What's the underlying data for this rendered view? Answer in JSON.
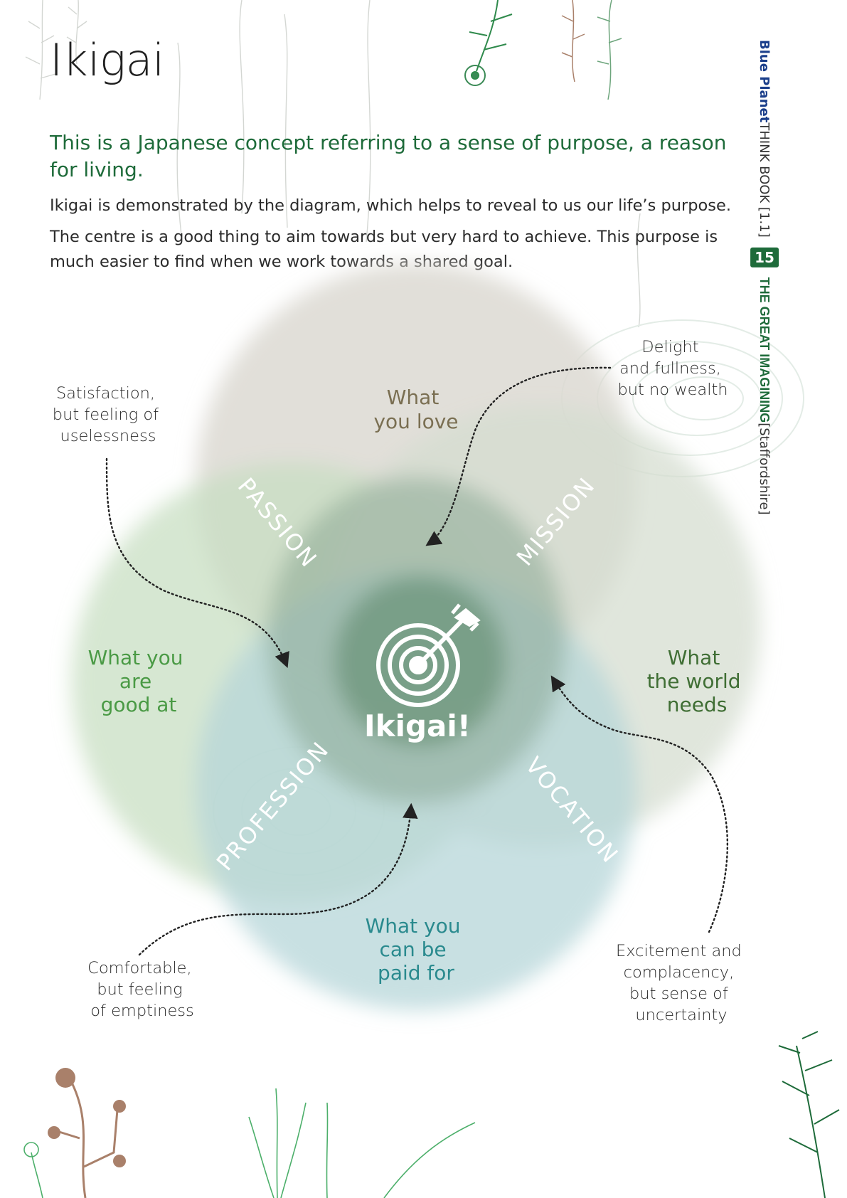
{
  "page": {
    "title": "Ikigai",
    "intro": "This is a Japanese concept referring to a sense of purpose, a reason for living.",
    "paragraph1": "Ikigai is demonstrated by the diagram, which helps to reveal to us our life’s purpose.",
    "paragraph2": "The centre is a good thing to aim towards but very hard to achieve. This purpose is much easier to find when we work towards a shared goal."
  },
  "sidebar": {
    "brand": "Blue Planet",
    "book": " THINK BOOK [1.1] ",
    "page_number": "15",
    "series": "THE GREAT IMAGINING",
    "region": " [Staffordshire]"
  },
  "diagram": {
    "center": "Ikigai!",
    "circles": {
      "love": [
        "What",
        "you love"
      ],
      "good_at": [
        "What you",
        "are",
        "good at"
      ],
      "world_needs": [
        "What",
        "the world",
        "needs"
      ],
      "paid_for": [
        "What you",
        "can be",
        "paid for"
      ]
    },
    "regions": {
      "passion": "PASSION",
      "mission": "MISSION",
      "profession": "PROFESSION",
      "vocation": "VOCATION"
    },
    "notes": {
      "top_left": [
        "Satisfaction,",
        "but feeling of",
        "uselessness"
      ],
      "top_right": [
        "Delight",
        "and fullness,",
        "but no wealth"
      ],
      "bottom_left": [
        "Comfortable,",
        "but feeling",
        "of emptiness"
      ],
      "bottom_right": [
        "Excitement and",
        "complacency,",
        "but sense of",
        "uncertainty"
      ]
    }
  },
  "colors": {
    "love": "#dcd9d2",
    "good_at": "#c8dfc3",
    "world_needs": "#d5ddd0",
    "paid_for": "#b5d6d8",
    "center": "#5f8a6c",
    "green_text": "#1e6b3a",
    "love_text": "#7a6f52",
    "good_at_text": "#4a9a45",
    "world_text": "#3f6e34",
    "paid_text": "#2a8a8e"
  }
}
